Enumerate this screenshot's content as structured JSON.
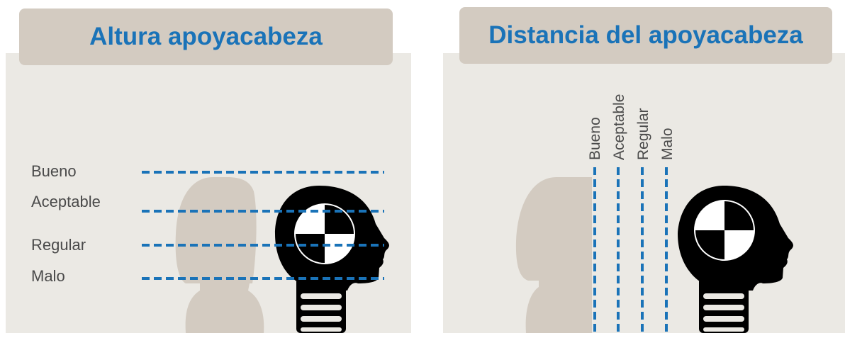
{
  "left_panel": {
    "title": "Altura apoyacabeza",
    "levels": [
      "Bueno",
      "Aceptable",
      "Regular",
      "Malo"
    ]
  },
  "right_panel": {
    "title": "Distancia del apoyacabeza",
    "levels": [
      "Bueno",
      "Aceptable",
      "Regular",
      "Malo"
    ]
  },
  "colors": {
    "title_text": "#1a73b8",
    "title_box": "#d3cbc1",
    "panel_bg": "#ebe9e4",
    "headrest": "#d3cbc1",
    "dashed_line": "#1a73b8",
    "dummy": "#000000",
    "label_text": "#4a4a4a"
  },
  "icons": [
    "headrest-silhouette",
    "crash-dummy-head",
    "crash-target-marker"
  ]
}
